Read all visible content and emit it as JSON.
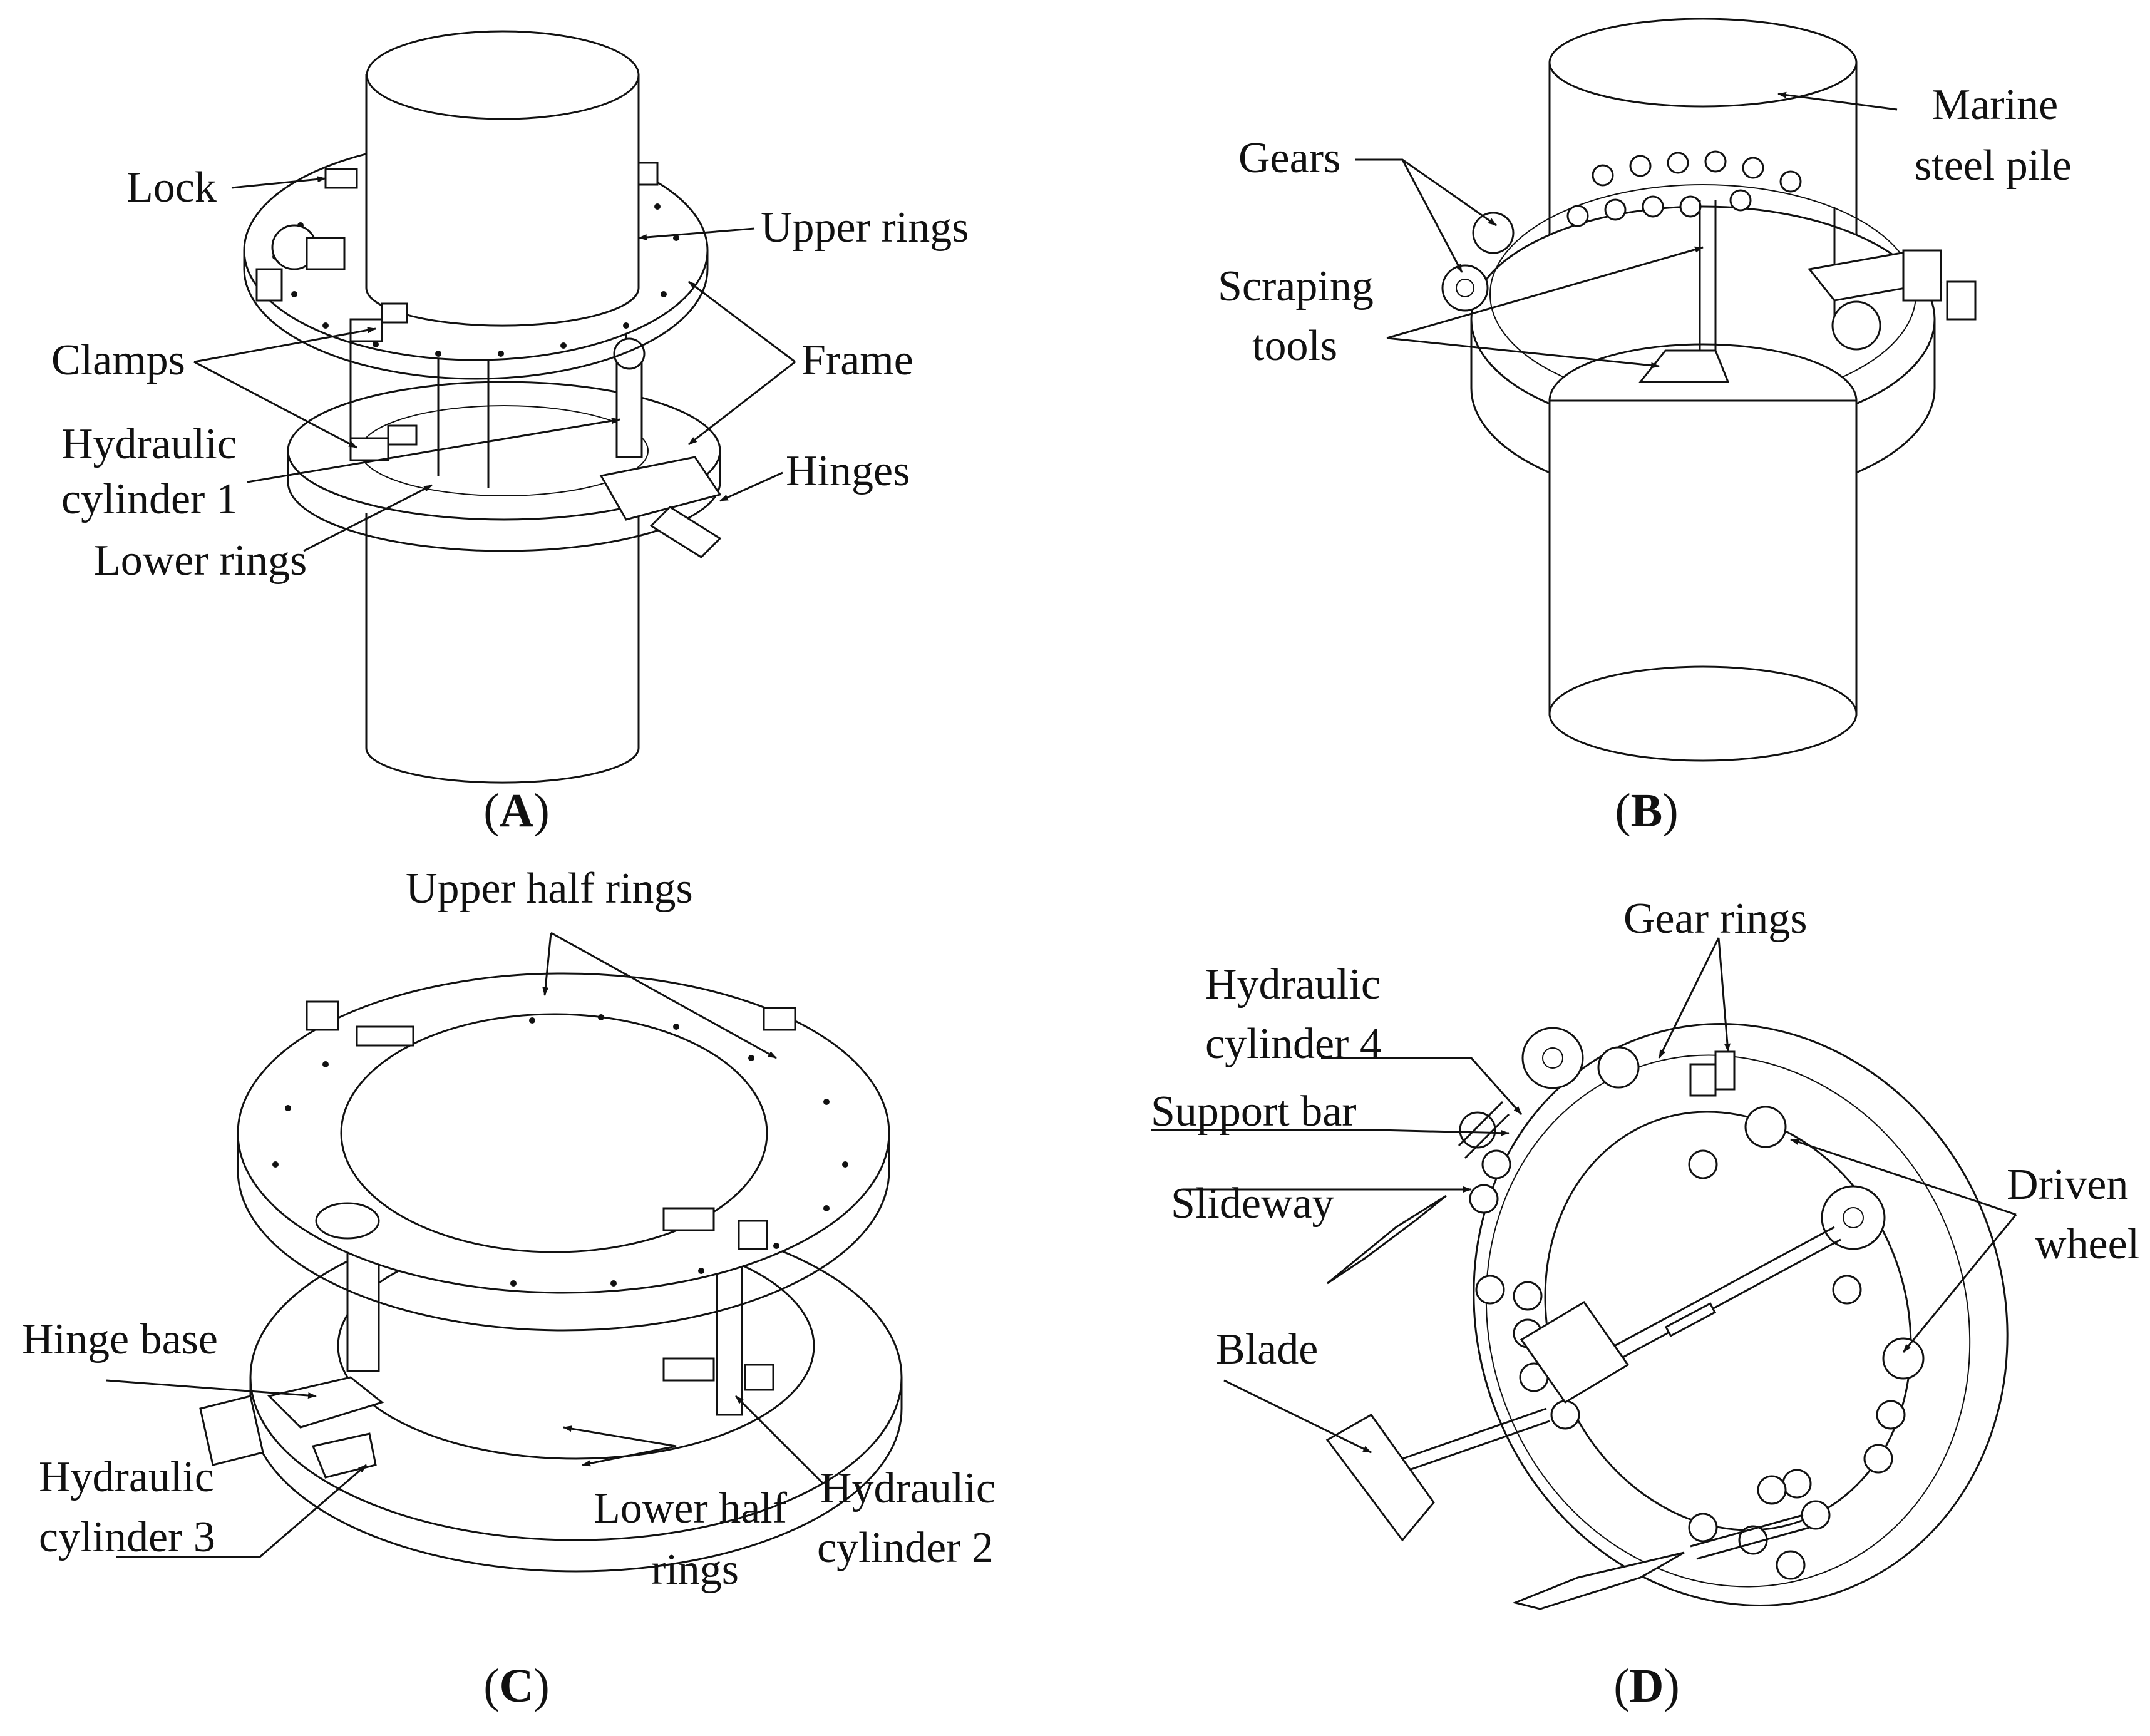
{
  "panels": {
    "A": {
      "caption_letter": "A",
      "labels": {
        "lock": "Lock",
        "upper_rings": "Upper rings",
        "clamps": "Clamps",
        "frame": "Frame",
        "hydraulic_cylinder_1_line1": "Hydraulic",
        "hydraulic_cylinder_1_line2": "cylinder 1",
        "hinges": "Hinges",
        "lower_rings": "Lower rings"
      }
    },
    "B": {
      "caption_letter": "B",
      "labels": {
        "gears": "Gears",
        "marine_line1": "Marine",
        "marine_line2": "steel pile",
        "scraping_line1": "Scraping",
        "scraping_line2": "tools"
      }
    },
    "C": {
      "caption_letter": "C",
      "labels": {
        "upper_half_rings": "Upper half rings",
        "hinge_base": "Hinge base",
        "hydraulic_cylinder_3_line1": "Hydraulic",
        "hydraulic_cylinder_3_line2": "cylinder 3",
        "lower_half_line1": "Lower half",
        "lower_half_line2": "rings",
        "hydraulic_cylinder_2_line1": "Hydraulic",
        "hydraulic_cylinder_2_line2": "cylinder 2"
      }
    },
    "D": {
      "caption_letter": "D",
      "labels": {
        "gear_rings": "Gear rings",
        "hydraulic_cylinder_4_line1": "Hydraulic",
        "hydraulic_cylinder_4_line2": "cylinder 4",
        "support_bar": "Support bar",
        "slideway": "Slideway",
        "driven_line1": "Driven",
        "driven_line2": "wheel",
        "blade": "Blade"
      }
    }
  }
}
